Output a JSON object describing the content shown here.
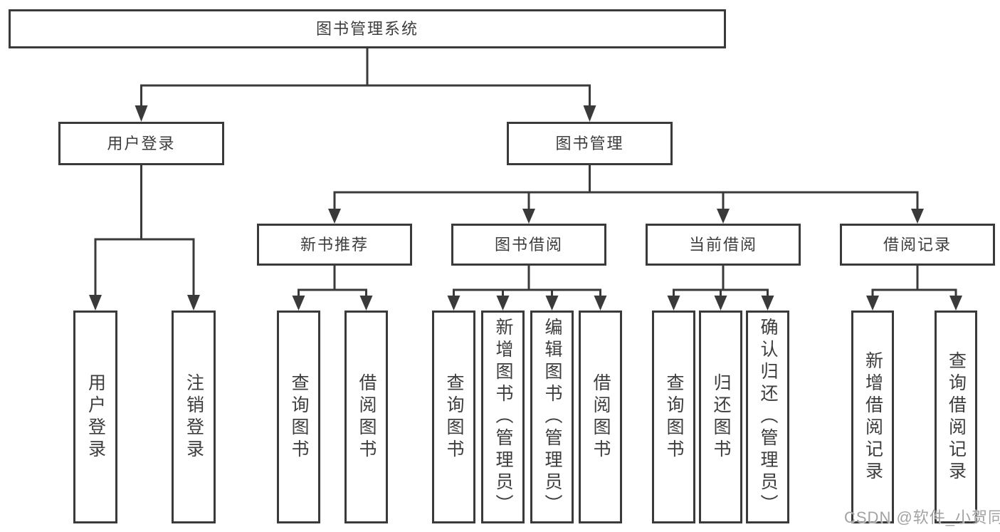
{
  "tree": {
    "label": "图书管理系统",
    "children": [
      {
        "label": "用户登录",
        "children": [
          {
            "label": "用户登录"
          },
          {
            "label": "注销登录"
          }
        ]
      },
      {
        "label": "图书管理",
        "children": [
          {
            "label": "新书推荐",
            "children": [
              {
                "label": "查询图书"
              },
              {
                "label": "借阅图书"
              }
            ]
          },
          {
            "label": "图书借阅",
            "children": [
              {
                "label": "查询图书"
              },
              {
                "label": "新增图书（管理员）"
              },
              {
                "label": "编辑图书（管理员）"
              },
              {
                "label": "借阅图书"
              }
            ]
          },
          {
            "label": "当前借阅",
            "children": [
              {
                "label": "查询图书"
              },
              {
                "label": "归还图书"
              },
              {
                "label": "确认归还（管理员）"
              }
            ]
          },
          {
            "label": "借阅记录",
            "children": [
              {
                "label": "新增借阅记录"
              },
              {
                "label": "查询借阅记录"
              }
            ]
          }
        ]
      }
    ]
  },
  "watermark": {
    "text": "CSDN @软件_小贺同学"
  },
  "colors": {
    "line": "#3a3a3a",
    "text": "#3d3d3d",
    "background": "#ffffff",
    "watermark": "#a2a2a2"
  }
}
